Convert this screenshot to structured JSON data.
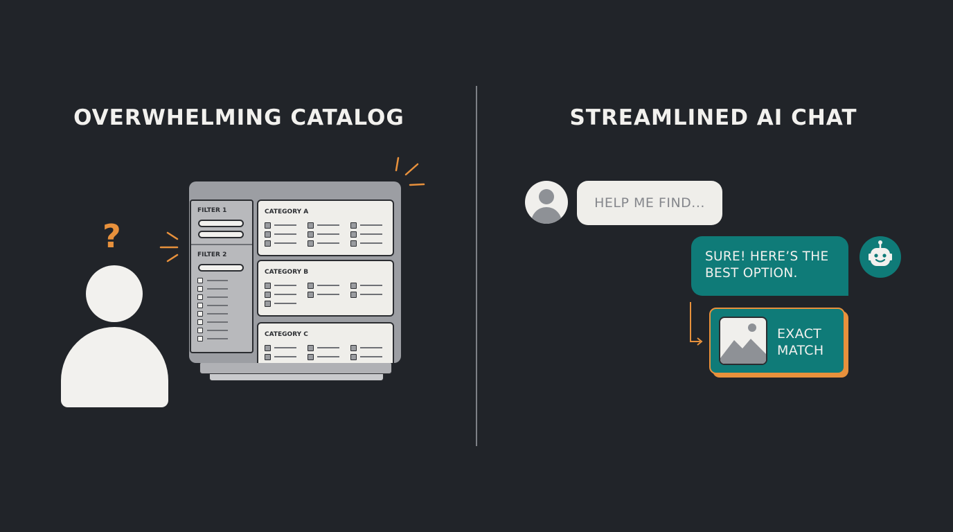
{
  "left_panel": {
    "title": "OVERWHELMING CATALOG",
    "question_mark": "?",
    "filters": [
      {
        "label": "FILTER 1"
      },
      {
        "label": "FILTER 2"
      }
    ],
    "categories": [
      {
        "label": "CATEGORY A"
      },
      {
        "label": "CATEGORY B"
      },
      {
        "label": "CATEGORY C"
      }
    ]
  },
  "right_panel": {
    "title": "STREAMLINED AI CHAT",
    "user_message": "HELP ME FIND...",
    "bot_message_line1": "SURE! HERE’S THE",
    "bot_message_line2": "BEST OPTION.",
    "result_line1": "EXACT",
    "result_line2": "MATCH"
  },
  "colors": {
    "background": "#212429",
    "text_light": "#f2f1ee",
    "accent_orange": "#e8913c",
    "accent_teal": "#0f7b78",
    "catalog_gray": "#9c9ea3"
  },
  "icons": [
    "person-icon",
    "question-mark-icon",
    "user-avatar-icon",
    "robot-icon",
    "image-placeholder-icon",
    "arrow-icon"
  ]
}
